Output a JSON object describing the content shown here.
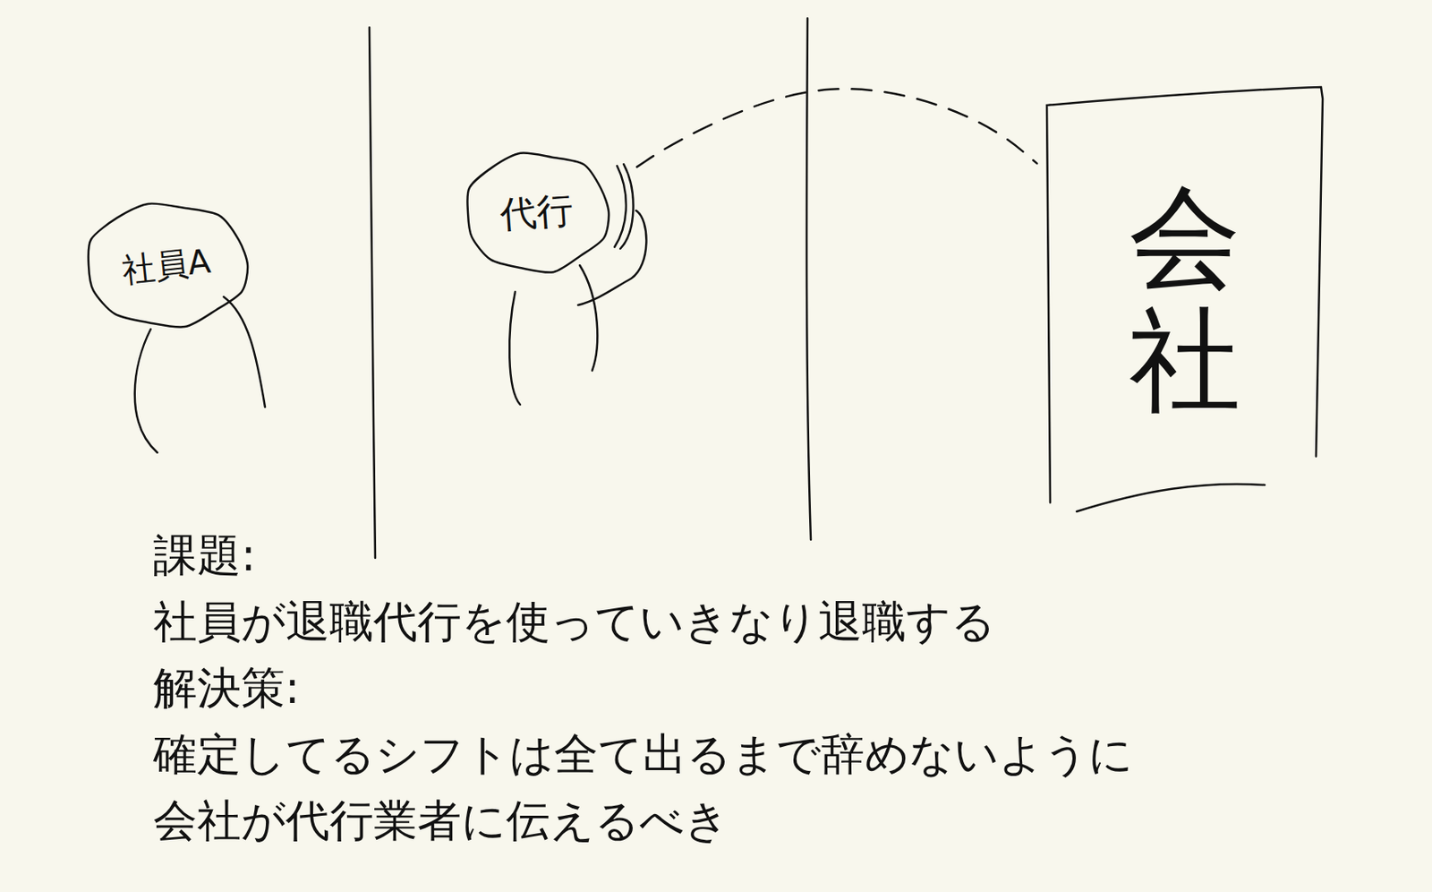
{
  "diagram": {
    "nodes": [
      {
        "text": [
          "社員A"
        ]
      },
      {
        "text": [
          "代行"
        ]
      },
      {
        "text": [
          "会社"
        ]
      }
    ],
    "edges": [
      {
        "from": 1,
        "to": 2,
        "arrow": "none"
      }
    ],
    "labels": [
      "課題:",
      "社員が退職代行を使っていきなり退職する",
      "解決策:",
      "確定してるシフトは全て出るまで辞めないように 会社が代行業者に伝えるべき"
    ]
  }
}
